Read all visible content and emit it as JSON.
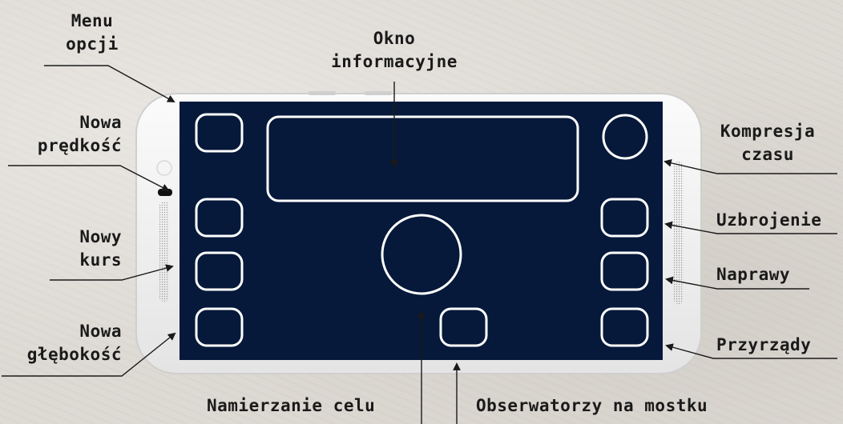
{
  "labels": {
    "menu_opcji": [
      "Menu",
      "opcji"
    ],
    "okno_informacyjne": [
      "Okno",
      "informacyjne"
    ],
    "nowa_predkosc": [
      "Nowa",
      "prędkość"
    ],
    "nowy_kurs": [
      "Nowy",
      "kurs"
    ],
    "nowa_glebokosc": [
      "Nowa",
      "głębokość"
    ],
    "kompresja_czasu": [
      "Kompresja",
      "czasu"
    ],
    "uzbrojenie": "Uzbrojenie",
    "naprawy": "Naprawy",
    "przyrzady": "Przyrządy",
    "namierzanie_celu": "Namierzanie celu",
    "obserwatorzy": "Obserwatorzy na mostku"
  },
  "colors": {
    "screen": "#06193a",
    "phone_body": "#f3f3f3",
    "outline": "#ffffff",
    "ink": "#1a1a1a"
  }
}
